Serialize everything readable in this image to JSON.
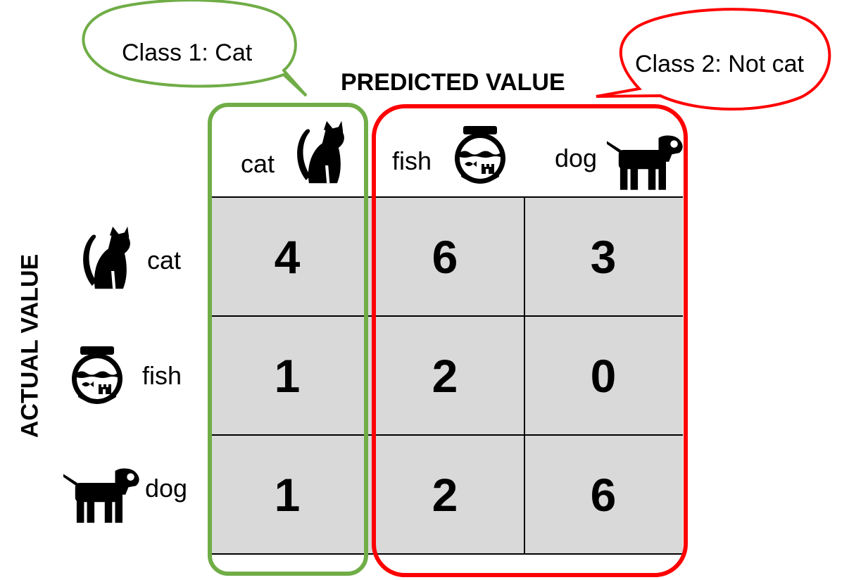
{
  "axes": {
    "predicted_title": "PREDICTED VALUE",
    "actual_title": "ACTUAL VALUE"
  },
  "classes": {
    "class1": {
      "label": "Class 1: Cat",
      "color": "#70AD47"
    },
    "class2": {
      "label": "Class 2: Not cat",
      "color": "#FF0000"
    }
  },
  "columns": [
    {
      "label": "cat",
      "icon": "cat-icon"
    },
    {
      "label": "fish",
      "icon": "fishbowl-icon"
    },
    {
      "label": "dog",
      "icon": "dog-icon"
    }
  ],
  "rows": [
    {
      "label": "cat",
      "icon": "cat-icon"
    },
    {
      "label": "fish",
      "icon": "fishbowl-icon"
    },
    {
      "label": "dog",
      "icon": "dog-icon"
    }
  ],
  "matrix": [
    [
      "4",
      "6",
      "3"
    ],
    [
      "1",
      "2",
      "0"
    ],
    [
      "1",
      "2",
      "6"
    ]
  ],
  "colors": {
    "cell_fill": "#D9D9D9",
    "grid": "#000000"
  }
}
